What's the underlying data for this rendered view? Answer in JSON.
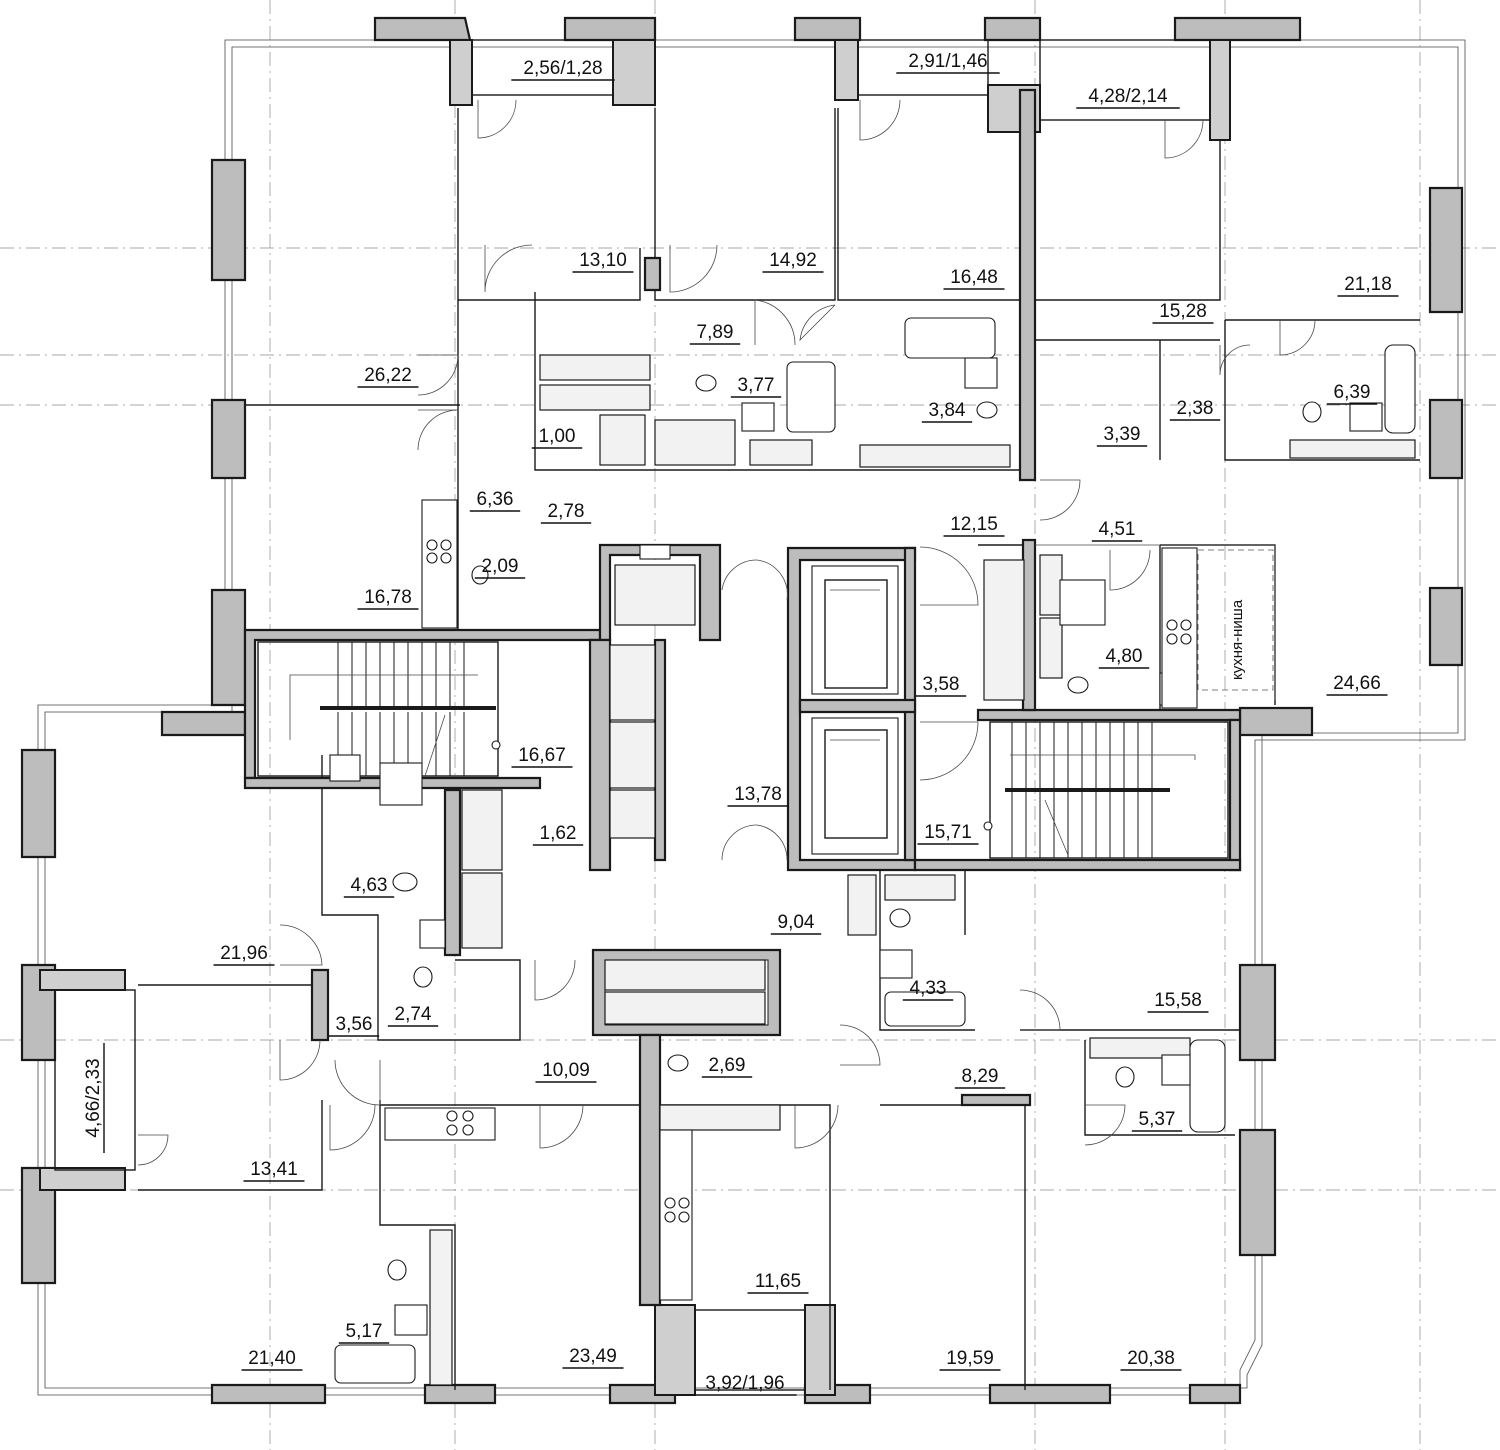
{
  "plan": {
    "rooms": [
      {
        "area": "2,56/1,28"
      },
      {
        "area": "2,91/1,46"
      },
      {
        "area": "4,28/2,14"
      },
      {
        "area": "13,10"
      },
      {
        "area": "14,92"
      },
      {
        "area": "16,48"
      },
      {
        "area": "21,18"
      },
      {
        "area": "15,28"
      },
      {
        "area": "7,89"
      },
      {
        "area": "26,22"
      },
      {
        "area": "3,77"
      },
      {
        "area": "3,84"
      },
      {
        "area": "2,38"
      },
      {
        "area": "6,39"
      },
      {
        "area": "1,00"
      },
      {
        "area": "3,39"
      },
      {
        "area": "6,36"
      },
      {
        "area": "2,78"
      },
      {
        "area": "12,15"
      },
      {
        "area": "4,51"
      },
      {
        "area": "2,09"
      },
      {
        "area": "16,78"
      },
      {
        "area": "4,80"
      },
      {
        "area": "24,66"
      },
      {
        "area": "3,58"
      },
      {
        "area": "16,67"
      },
      {
        "area": "13,78"
      },
      {
        "area": "1,62"
      },
      {
        "area": "15,71"
      },
      {
        "area": "4,63"
      },
      {
        "area": "9,04"
      },
      {
        "area": "21,96"
      },
      {
        "area": "4,33"
      },
      {
        "area": "3,56"
      },
      {
        "area": "2,74"
      },
      {
        "area": "15,58"
      },
      {
        "area": "10,09"
      },
      {
        "area": "2,69"
      },
      {
        "area": "8,29"
      },
      {
        "area": "5,37"
      },
      {
        "area": "4,66/2,33"
      },
      {
        "area": "13,41"
      },
      {
        "area": "11,65"
      },
      {
        "area": "21,40"
      },
      {
        "area": "5,17"
      },
      {
        "area": "23,49"
      },
      {
        "area": "19,59"
      },
      {
        "area": "20,38"
      },
      {
        "area": "3,92/1,96"
      }
    ],
    "kitchen_niche_label": "кухня-ниша"
  }
}
